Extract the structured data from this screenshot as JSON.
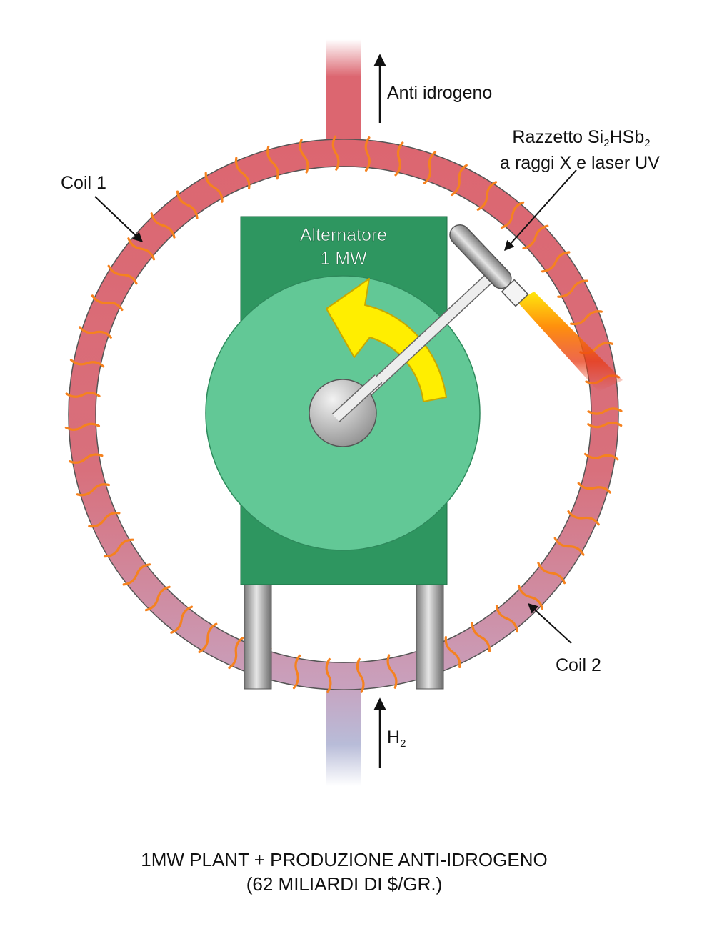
{
  "labels": {
    "output": "Anti idrogeno",
    "beam_line1_prefix": "Razzetto Si",
    "beam_line1_sub1": "2",
    "beam_line1_mid": "HSb",
    "beam_line1_sub2": "2",
    "beam_line2": "a raggi X e laser UV",
    "coil1": "Coil 1",
    "coil2": "Coil 2",
    "alternator_line1": "Alternatore",
    "alternator_line2": "1 MW",
    "input_prefix": "H",
    "input_sub": "2"
  },
  "caption": {
    "line1": "1MW PLANT + PRODUZIONE ANTI-IDROGENO",
    "line2": "(62 MILIARDI DI $/GR.)"
  },
  "colors": {
    "ring_top": "#dc6670",
    "ring_bottom": "#c8a2bf",
    "pipe_bottom": "#b8bcd8",
    "coil": "#f5821f",
    "alternator_body": "#2e9660",
    "rotor": "#62c896",
    "arrow_fill": "#ffee00",
    "arrow_stroke": "#c8a800"
  }
}
